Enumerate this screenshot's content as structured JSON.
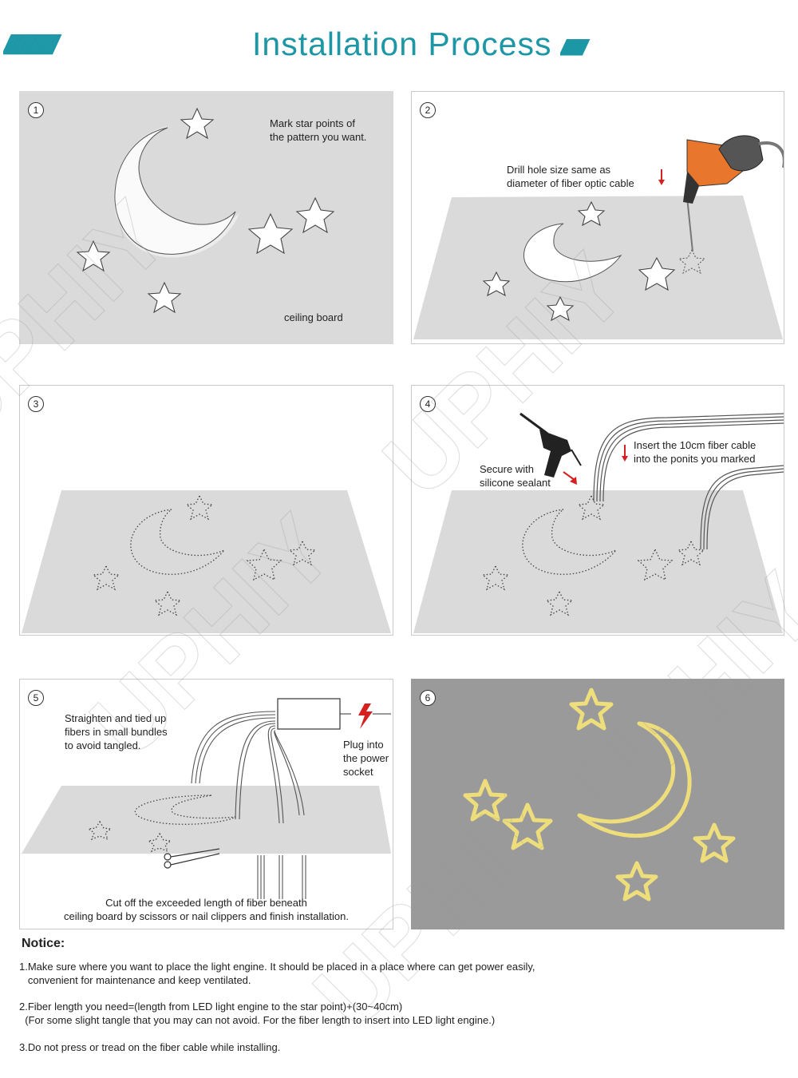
{
  "header": {
    "slashes_left": "//////////////////////////",
    "title": "Installation Process",
    "slashes_right": "////////////////////////////////////"
  },
  "steps": [
    {
      "number": "1",
      "label_lines": [
        "Mark star points of",
        "the pattern you want."
      ],
      "surface_label": "ceiling board"
    },
    {
      "number": "2",
      "label_lines": [
        "Drill hole size same as",
        "diameter of fiber optic cable"
      ]
    },
    {
      "number": "3"
    },
    {
      "number": "4",
      "left_label_lines": [
        "Secure with",
        "silicone sealant"
      ],
      "right_label_lines": [
        "Insert the 10cm fiber cable",
        "into  the ponits you marked"
      ]
    },
    {
      "number": "5",
      "left_label_lines": [
        "Straighten and tied up",
        "fibers in small bundles",
        "to avoid tangled."
      ],
      "right_label_lines": [
        "Plug into",
        "the power",
        "socket"
      ],
      "bottom_label_lines": [
        "Cut off the exceeded length of fiber beneath",
        "ceiling board by scissors or nail clippers and finish installation."
      ]
    },
    {
      "number": "6"
    }
  ],
  "notice": {
    "title": "Notice:",
    "lines": [
      "1.Make sure where you want to place the light engine. It should be placed in a place where can get power easily,",
      "   convenient for maintenance and keep ventilated.",
      "2.Fiber length you need=(length from LED light engine to the star point)+(30~40cm)",
      "  (For some slight tangle that you may can not avoid. For the fiber length to insert into LED light engine.)",
      "3.Do not press or tread on the fiber cable while installing."
    ]
  },
  "watermark_text": "UPHIY",
  "colors": {
    "accent": "#1d97a6",
    "panel_gray": "#dadada",
    "dark_gray": "#9a9a9a",
    "glow_yellow": "#f3e27a",
    "drill_orange": "#e8762c",
    "arrow_red": "#d42020"
  }
}
